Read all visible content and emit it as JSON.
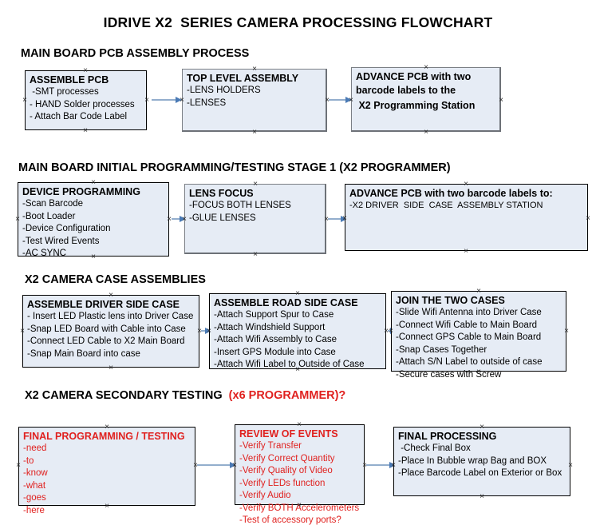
{
  "document": {
    "title": "IDRIVE X2  SERIES CAMERA PROCESSING FLOWCHART"
  },
  "colors": {
    "box_fill": "#e6ecf5",
    "box_border": "#7b7f85",
    "arrow_line": "#93aecd",
    "arrow_head": "#4a7ab5",
    "text": "#000000",
    "accent_red": "#e0211f"
  },
  "sections": [
    {
      "id": "main-board-pcb-assembly-process",
      "heading": "MAIN BOARD PCB ASSEMBLY PROCESS",
      "heading_accent": "",
      "boxes": [
        {
          "id": "assemble-pcb",
          "title": "ASSEMBLE PCB",
          "lines": [
            " -SMT processes",
            "- HAND Solder processes",
            "- Attach Bar Code Label"
          ]
        },
        {
          "id": "top-level-assembly",
          "title": "TOP LEVEL ASSEMBLY",
          "lines": [
            "-LENS HOLDERS",
            "-LENSES"
          ]
        },
        {
          "id": "advance-pcb-to-x2-programming-station",
          "title": "ADVANCE PCB with two",
          "lines": [
            "barcode labels to the",
            " X2 Programming Station"
          ]
        }
      ]
    },
    {
      "id": "main-board-initial-programming-testing-stage-1",
      "heading": "MAIN BOARD INITIAL PROGRAMMING/TESTING STAGE 1 (X2 PROGRAMMER)",
      "heading_accent": "",
      "boxes": [
        {
          "id": "device-programming",
          "title": "DEVICE PROGRAMMING",
          "lines": [
            "-Scan Barcode",
            "-Boot Loader",
            "-Device Configuration",
            "-Test Wired Events",
            "-AC SYNC"
          ]
        },
        {
          "id": "lens-focus",
          "title": "LENS FOCUS",
          "lines": [
            "-FOCUS BOTH LENSES",
            "-GLUE LENSES"
          ]
        },
        {
          "id": "advance-pcb-to-driver-side-case-assembly-station",
          "title": "ADVANCE PCB with two barcode labels to:",
          "lines": [
            "-X2 DRIVER  SIDE  CASE  ASSEMBLY STATION"
          ]
        }
      ]
    },
    {
      "id": "x2-camera-case-assemblies",
      "heading": "X2 CAMERA CASE ASSEMBLIES",
      "heading_accent": "",
      "boxes": [
        {
          "id": "assemble-driver-side-case",
          "title": "ASSEMBLE DRIVER SIDE CASE",
          "lines": [
            "- Insert LED Plastic lens into Driver Case",
            "-Snap LED Board with Cable into Case",
            "-Connect LED Cable to X2 Main Board",
            "-Snap Main Board into case"
          ]
        },
        {
          "id": "assemble-road-side-case",
          "title": "ASSEMBLE ROAD SIDE CASE",
          "lines": [
            "-Attach Support Spur to Case",
            "-Attach Windshield Support",
            "-Attach Wifi Assembly to Case",
            "-Insert GPS Module into Case",
            "-Attach Wifi Label to Outside of Case"
          ]
        },
        {
          "id": "join-the-two-cases",
          "title": "JOIN THE TWO CASES",
          "lines": [
            "-Slide Wifi Antenna into Driver Case",
            "-Connect Wifi Cable to Main Board",
            "-Connect GPS Cable to Main Board",
            "-Snap Cases Together",
            "-Attach S/N Label to outside of case",
            "-Secure cases with Screw"
          ]
        }
      ]
    },
    {
      "id": "x2-camera-secondary-testing",
      "heading": "X2 CAMERA SECONDARY TESTING  ",
      "heading_accent": "(x6 PROGRAMMER)?",
      "boxes": [
        {
          "id": "final-programming-testing",
          "title": "FINAL PROGRAMMING / TESTING",
          "lines": [
            "-need",
            "-to",
            "-know",
            "-what",
            "-goes",
            "-here"
          ]
        },
        {
          "id": "review-of-events",
          "title": "REVIEW OF EVENTS",
          "lines": [
            "-Verify Transfer",
            "-Verify Correct Quantity",
            "-Verify Quality of Video",
            "-Verify LEDs function",
            "-Verify Audio",
            "-Verify BOTH Accelerometers",
            "-Test of accessory ports?"
          ]
        },
        {
          "id": "final-processing",
          "title": "FINAL PROCESSING",
          "lines": [
            " -Check Final Box",
            "-Place In Bubble wrap Bag and BOX",
            "-Place Barcode Label on Exterior or Box"
          ]
        }
      ]
    }
  ]
}
